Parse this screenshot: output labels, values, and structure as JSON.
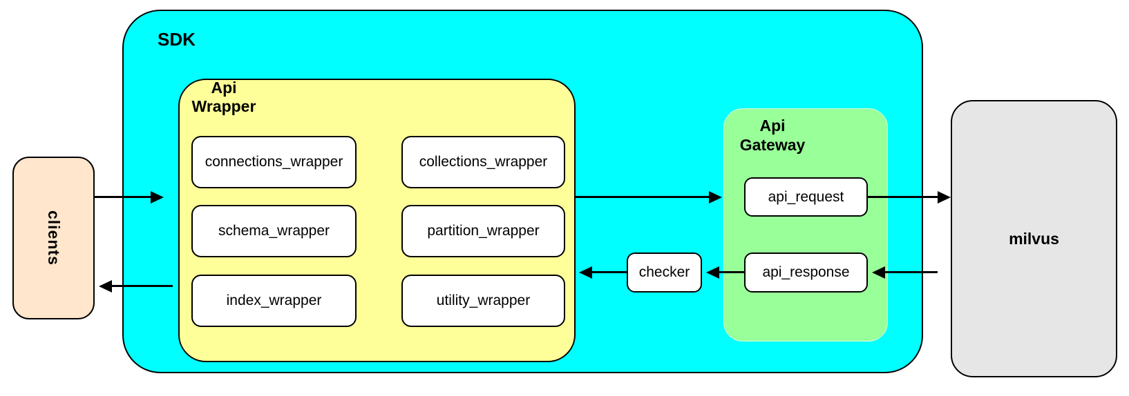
{
  "diagram": {
    "clients": {
      "label": "clients"
    },
    "sdk": {
      "label": "SDK"
    },
    "api_wrapper": {
      "label": "Api\nWrapper",
      "boxes": [
        {
          "label": "connections_wrapper"
        },
        {
          "label": "collections_wrapper"
        },
        {
          "label": "schema_wrapper"
        },
        {
          "label": "partition_wrapper"
        },
        {
          "label": "index_wrapper"
        },
        {
          "label": "utility_wrapper"
        }
      ]
    },
    "checker": {
      "label": "checker"
    },
    "api_gateway": {
      "label": "Api\nGateway",
      "boxes": [
        {
          "label": "api_request"
        },
        {
          "label": "api_response"
        }
      ]
    },
    "milvus": {
      "label": "milvus"
    },
    "connections": [
      {
        "from": "clients",
        "to": "sdk",
        "direction": "right"
      },
      {
        "from": "api_wrapper",
        "to": "api_gateway.api_request",
        "direction": "right"
      },
      {
        "from": "api_request",
        "to": "milvus",
        "direction": "right"
      },
      {
        "from": "milvus",
        "to": "api_response",
        "direction": "left"
      },
      {
        "from": "api_response",
        "to": "checker",
        "direction": "left"
      },
      {
        "from": "checker",
        "to": "api_wrapper",
        "direction": "left"
      },
      {
        "from": "api_wrapper",
        "to": "clients",
        "direction": "left"
      }
    ],
    "colors": {
      "sdk_fill": "#00ffff",
      "api_wrapper_fill": "#ffff99",
      "api_gateway_fill": "#99ff99",
      "clients_fill": "#ffe6cc",
      "milvus_fill": "#e6e6e6",
      "box_fill": "#ffffff",
      "stroke": "#000000"
    }
  }
}
